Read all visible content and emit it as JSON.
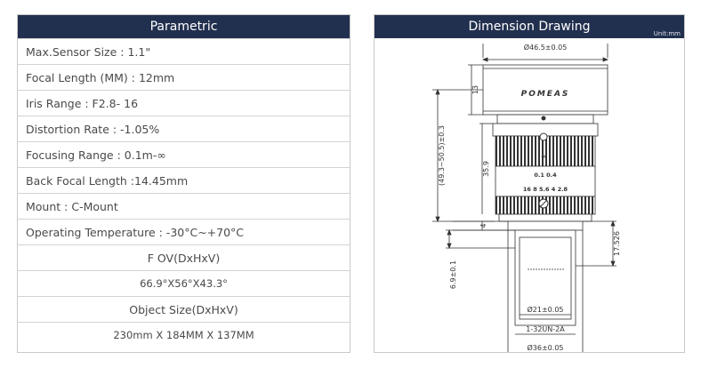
{
  "parametric": {
    "title": "Parametric",
    "rows": [
      "Max.Sensor Size : 1.1\"",
      "Focal Length (MM) : 12mm",
      "Iris Range : F2.8- 16",
      "Distortion Rate : -1.05%",
      "Focusing Range :  0.1m-∞",
      "Back Focal Length :14.45mm",
      "Mount : C-Mount",
      "Operating Temperature : -30°C~+70°C"
    ],
    "fov_label": "F OV(DxHxV)",
    "fov_value": "66.9°X56°X43.3°",
    "object_size_label": "Object Size(DxHxV)",
    "object_size_value": "230mm X 184MM X 137MM"
  },
  "dimension": {
    "title": "Dimension Drawing",
    "unit": "Unit:mm",
    "brand": "POMEAS",
    "labels": {
      "top_diameter": "Ø46.5±0.05",
      "height_13": "13",
      "overall_height": "(49.3~50.5)±0.3",
      "body_height": "35.9",
      "flange_4": "4",
      "mount_depth": "17.526",
      "offset": "6.9±0.1",
      "inner_diameter": "Ø21±0.05",
      "thread": "1-32UN-2A",
      "bottom_diameter": "Ø36±0.05",
      "focus_scale_top": "0.1  0.4",
      "focus_scale_mid": "∞",
      "iris_scale": "16  8  5.6  4   2.8"
    },
    "colors": {
      "line": "#333333",
      "header": "#22304f"
    }
  }
}
